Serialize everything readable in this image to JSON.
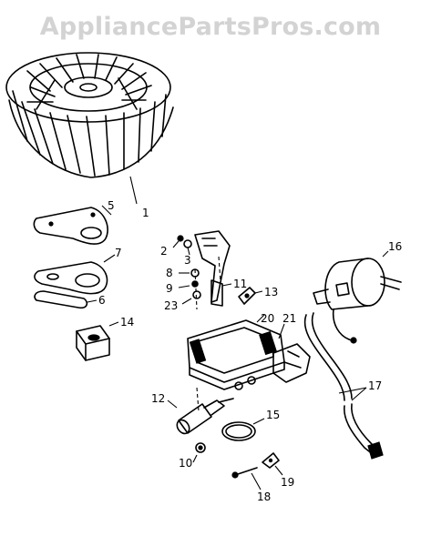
{
  "watermark": "AppliancePartsPros.com",
  "callouts": [
    {
      "id": "1",
      "label": "1"
    },
    {
      "id": "2",
      "label": "2"
    },
    {
      "id": "3",
      "label": "3"
    },
    {
      "id": "5",
      "label": "5"
    },
    {
      "id": "6",
      "label": "6"
    },
    {
      "id": "7",
      "label": "7"
    },
    {
      "id": "8",
      "label": "8"
    },
    {
      "id": "9",
      "label": "9"
    },
    {
      "id": "10",
      "label": "10"
    },
    {
      "id": "11",
      "label": "11"
    },
    {
      "id": "12",
      "label": "12"
    },
    {
      "id": "13",
      "label": "13"
    },
    {
      "id": "14",
      "label": "14"
    },
    {
      "id": "15",
      "label": "15"
    },
    {
      "id": "16",
      "label": "16"
    },
    {
      "id": "17",
      "label": "17"
    },
    {
      "id": "18",
      "label": "18"
    },
    {
      "id": "19",
      "label": "19"
    },
    {
      "id": "20",
      "label": "20"
    },
    {
      "id": "21",
      "label": "21"
    },
    {
      "id": "23",
      "label": "23"
    }
  ],
  "colors": {
    "ink": "#000000",
    "watermark": "#d3d3d3",
    "background": "#ffffff"
  }
}
